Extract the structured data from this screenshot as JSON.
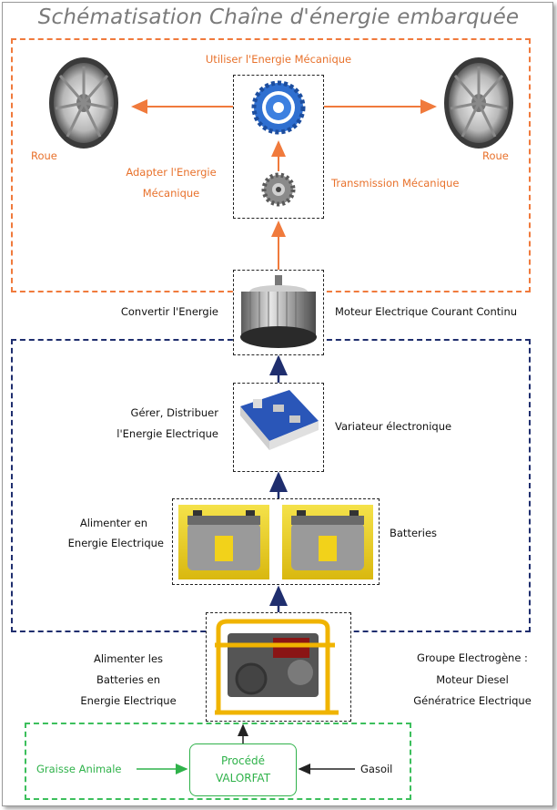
{
  "title": "Schématisation Chaîne d'énergie embarquée",
  "labels": {
    "utiliser": "Utiliser l'Energie Mécanique",
    "roue_left": "Roue",
    "roue_right": "Roue",
    "adapter_line1": "Adapter l'Energie",
    "adapter_line2": "Mécanique",
    "transmission": "Transmission Mécanique",
    "convertir": "Convertir l'Energie",
    "moteur": "Moteur Electrique Courant Continu",
    "gerer_line1": "Gérer, Distribuer",
    "gerer_line2": "l'Energie Electrique",
    "variateur": "Variateur électronique",
    "alimenter_line1": "Alimenter en",
    "alimenter_line2": "Energie Electrique",
    "batteries": "Batteries",
    "alim_batt_line1": "Alimenter les",
    "alim_batt_line2": "Batteries en",
    "alim_batt_line3": "Energie Electrique",
    "groupe_line1": "Groupe Electrogène :",
    "groupe_line2": "Moteur Diesel",
    "groupe_line3": "Génératrice Electrique",
    "graisse": "Graisse Animale",
    "procede_line1": "Procédé",
    "procede_line2": "VALORFAT",
    "gasoil": "Gasoil"
  },
  "colors": {
    "orange": "#f07a3c",
    "navy": "#1f2e6e",
    "green": "#3cbf5c"
  }
}
